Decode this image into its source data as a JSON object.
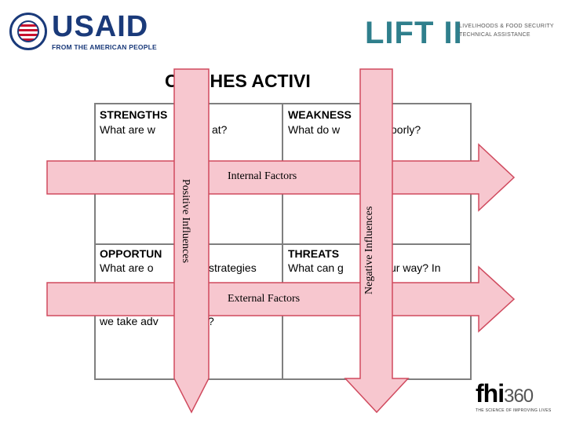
{
  "logos": {
    "usaid": {
      "name": "USAID",
      "tagline": "FROM THE AMERICAN PEOPLE"
    },
    "lift": {
      "name": "LIFT II",
      "subtitle_line1": "LIVELIHOODS & FOOD SECURITY",
      "subtitle_line2": "TECHNICAL ASSISTANCE"
    },
    "fhi": {
      "name": "fhi",
      "number": "360",
      "tagline": "THE SCIENCE OF IMPROVING LIVES"
    }
  },
  "slide": {
    "title": "OT – HES ACTIVI"
  },
  "quadrants": {
    "strengths": {
      "heading": "STRENGTHS",
      "body": "What are w",
      "body_tail": "at?"
    },
    "weaknesses": {
      "heading": "WEAKNESS",
      "body": "What do w",
      "body_tail": "oorly?"
    },
    "opportunities": {
      "heading": "OPPORTUN",
      "body": "What are o",
      "body_mid": "strategies",
      "body_line2": "we take adv",
      "body_line2_tail": "?"
    },
    "threats": {
      "heading": "THREATS",
      "body": "What can g",
      "body_tail": "ur way? In"
    }
  },
  "arrows": {
    "top": "Internal Factors",
    "bottom": "External Factors",
    "left": "Positive Influences",
    "right": "Negative Influences"
  },
  "colors": {
    "arrow_fill": "#f7c7cf",
    "arrow_stroke": "#d04a5e",
    "grid": "#7f7f7f",
    "usaid_blue": "#1a3a7a",
    "lift_teal": "#2f7f8c"
  }
}
